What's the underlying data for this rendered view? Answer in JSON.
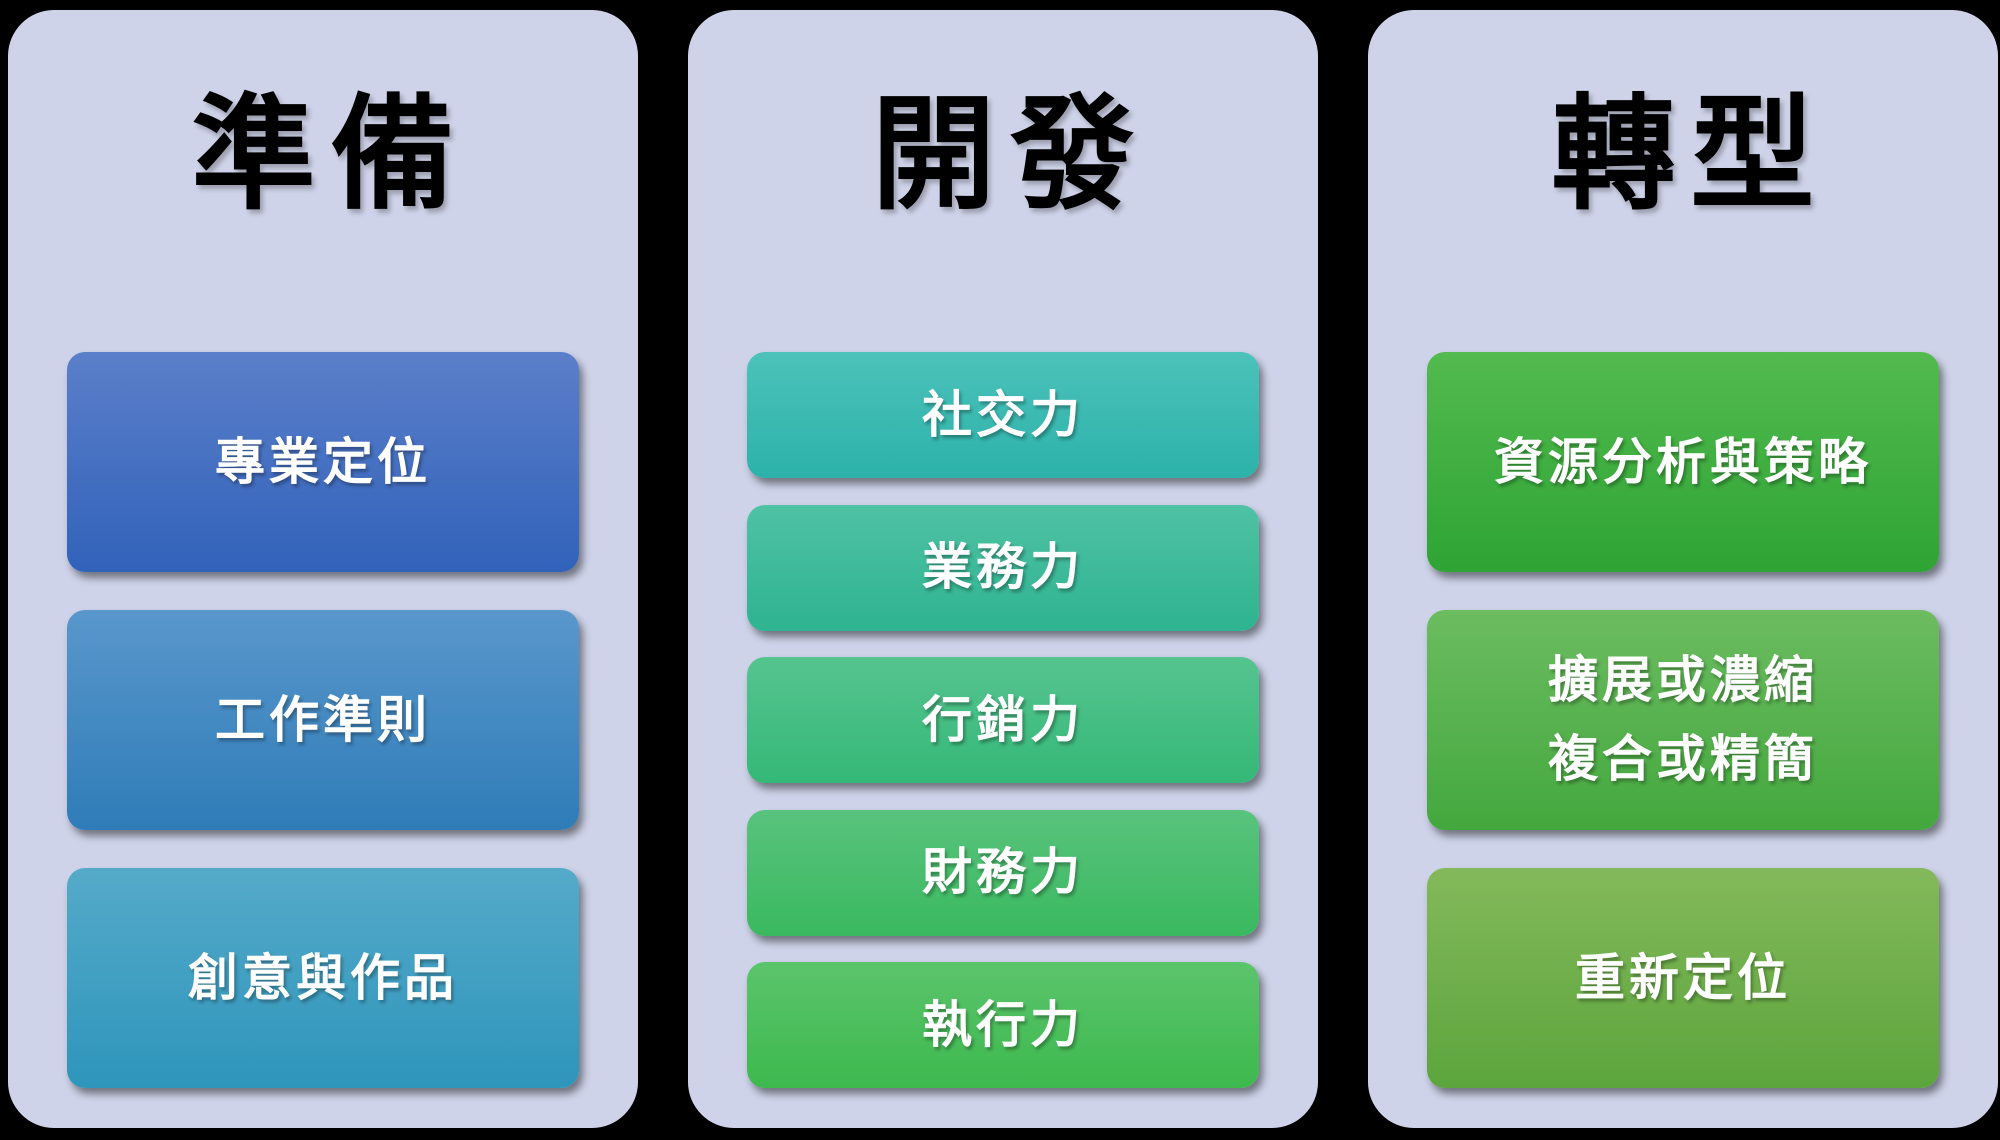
{
  "canvas": {
    "background_color": "#000000",
    "card_background_color": "#CED3E9",
    "title_text_color": "#000000",
    "item_text_color": "#FFFFFF"
  },
  "columns": [
    {
      "title": "準備",
      "items": [
        {
          "lines": [
            "專業定位"
          ],
          "color_top": "#5B7FC9",
          "color_bottom": "#3162BA"
        },
        {
          "lines": [
            "工作準則"
          ],
          "color_top": "#5997CC",
          "color_bottom": "#2F7CB8"
        },
        {
          "lines": [
            "創意與作品"
          ],
          "color_top": "#55AAC9",
          "color_bottom": "#2E95BB"
        }
      ]
    },
    {
      "title": "開發",
      "items": [
        {
          "lines": [
            "社交力"
          ],
          "color_top": "#4CC2BA",
          "color_bottom": "#2CB2AA"
        },
        {
          "lines": [
            "業務力"
          ],
          "color_top": "#4FC2A4",
          "color_bottom": "#2EB390"
        },
        {
          "lines": [
            "行銷力"
          ],
          "color_top": "#55C48F",
          "color_bottom": "#35B878"
        },
        {
          "lines": [
            "財務力"
          ],
          "color_top": "#59C37D",
          "color_bottom": "#3AB95F"
        },
        {
          "lines": [
            "執行力"
          ],
          "color_top": "#5BC46C",
          "color_bottom": "#3DB94E"
        }
      ]
    },
    {
      "title": "轉型",
      "items": [
        {
          "lines": [
            "資源分析與策略"
          ],
          "color_top": "#53BA4F",
          "color_bottom": "#2EA434"
        },
        {
          "lines": [
            "擴展或濃縮",
            "複合或精簡"
          ],
          "color_top": "#6CBC60",
          "color_bottom": "#43A83E"
        },
        {
          "lines": [
            "重新定位"
          ],
          "color_top": "#83B95A",
          "color_bottom": "#5CA53D"
        }
      ]
    }
  ]
}
